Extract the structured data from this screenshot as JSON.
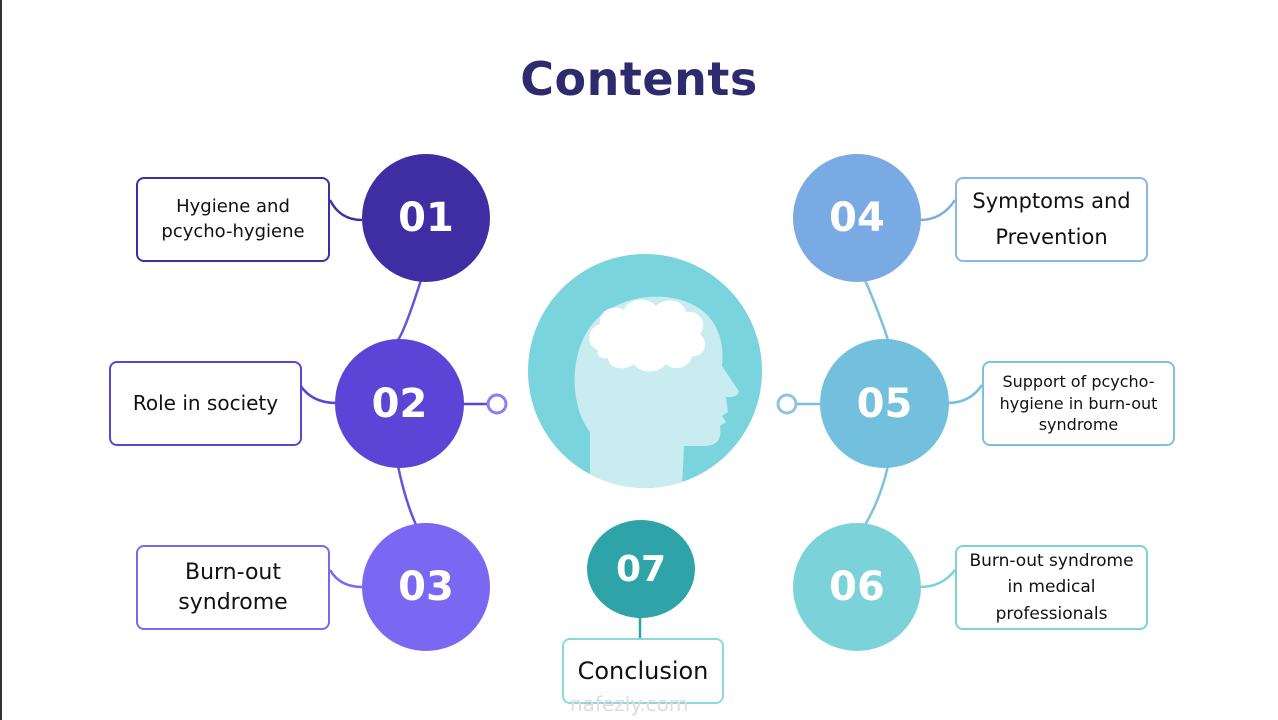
{
  "title": "Contents",
  "items": [
    {
      "number": "01",
      "label": "Hygiene and pcycho-hygiene",
      "color": "#3f2ea3"
    },
    {
      "number": "02",
      "label": "Role in society",
      "color": "#5b44d6"
    },
    {
      "number": "03",
      "label": "Burn-out syndrome",
      "color": "#7a68f2"
    },
    {
      "number": "04",
      "label": "Symptoms and Prevention",
      "color": "#7aaae3"
    },
    {
      "number": "05",
      "label": "Support of pcycho-hygiene in burn-out syndrome",
      "color": "#72c0dd"
    },
    {
      "number": "06",
      "label": "Burn-out syndrome in medical professionals",
      "color": "#7bd3d9"
    },
    {
      "number": "07",
      "label": "Conclusion",
      "color": "#2ea4a8"
    }
  ],
  "center_icon": "head-brain-icon",
  "watermark": "nafezly.com"
}
